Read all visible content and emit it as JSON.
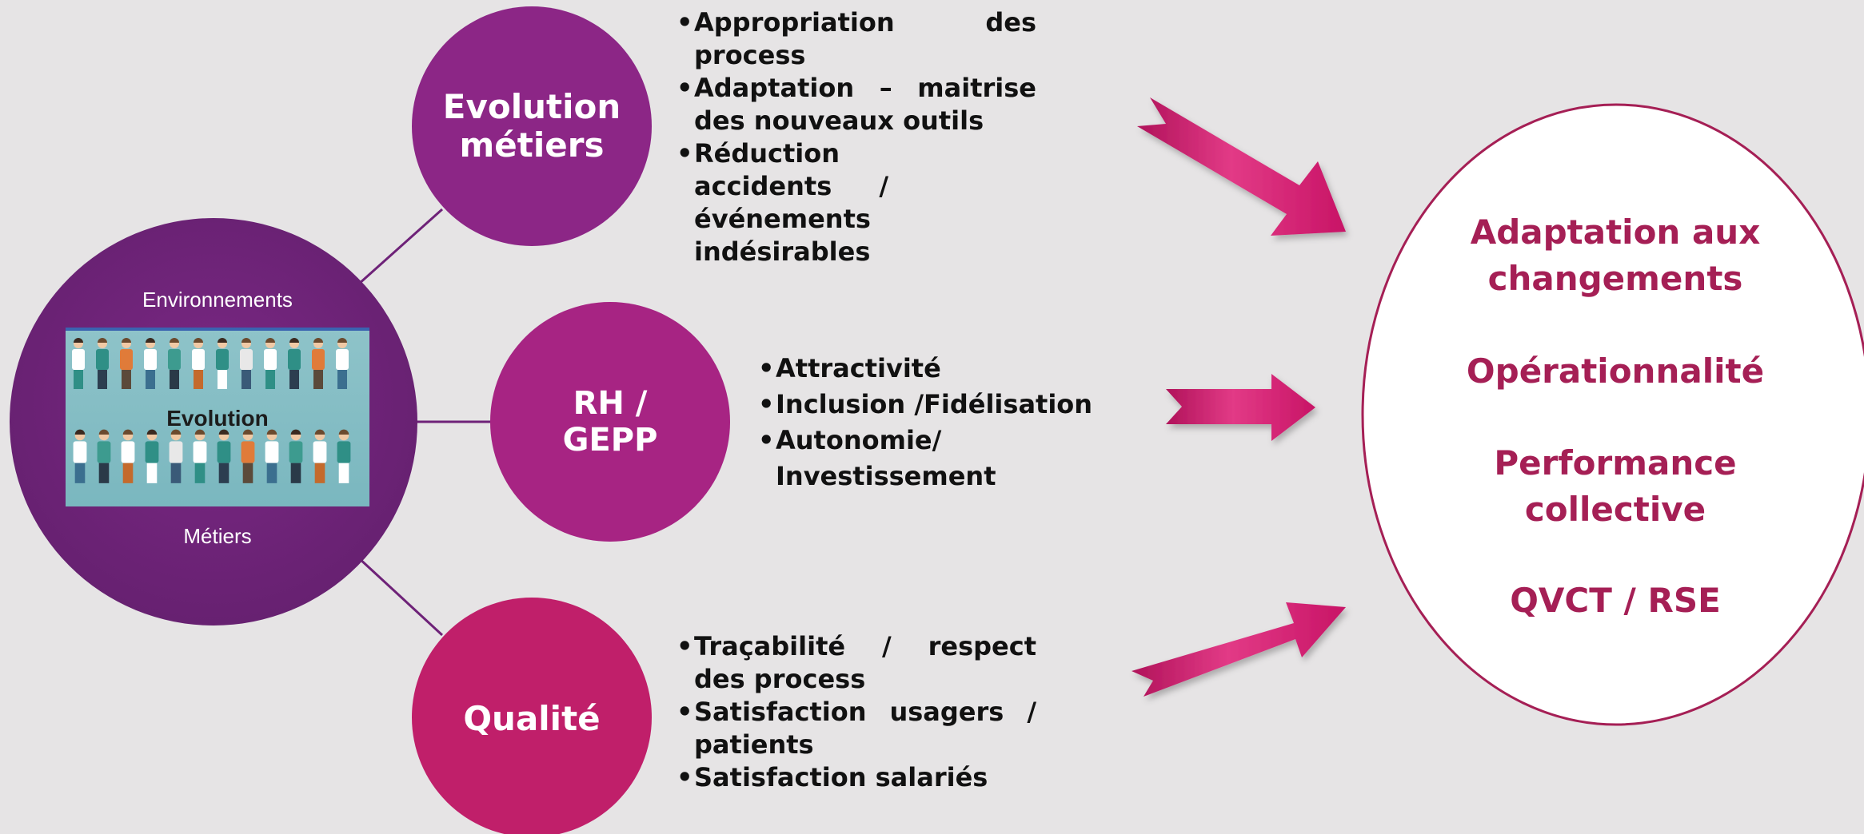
{
  "colors": {
    "background": "#e6e4e5",
    "hub": "#6e2278",
    "evolution": "#8c2686",
    "rh": "#a72483",
    "qualite": "#c01f6a",
    "outcome_text": "#a51f55",
    "arrow": "#cf1a6e",
    "outcome_border": "#a51f55"
  },
  "hub": {
    "top_label": "Environnements",
    "image_label": "Evolution",
    "bottom_label": "Métiers"
  },
  "nodes": {
    "evolution": {
      "label_line1": "Evolution",
      "label_line2": "métiers",
      "bullets": [
        "Appropriation des process",
        "Adaptation – maitrise des nouveaux outils",
        "Réduction accidents /événements indésirables"
      ]
    },
    "rh": {
      "label_line1": "RH /",
      "label_line2": "GEPP",
      "bullets": [
        "Attractivité",
        " Inclusion /Fidélisation",
        " Autonomie/ Investissement"
      ]
    },
    "qualite": {
      "label_line1": "Qualité",
      "bullets": [
        "Traçabilité / respect des process",
        "Satisfaction usagers / patients",
        "Satisfaction salariés"
      ]
    }
  },
  "outcomes": {
    "item1_line1": "Adaptation aux",
    "item1_line2": "changements",
    "item2": "Opérationnalité",
    "item3_line1": "Performance",
    "item3_line2": "collective",
    "item4": "QVCT / RSE"
  }
}
